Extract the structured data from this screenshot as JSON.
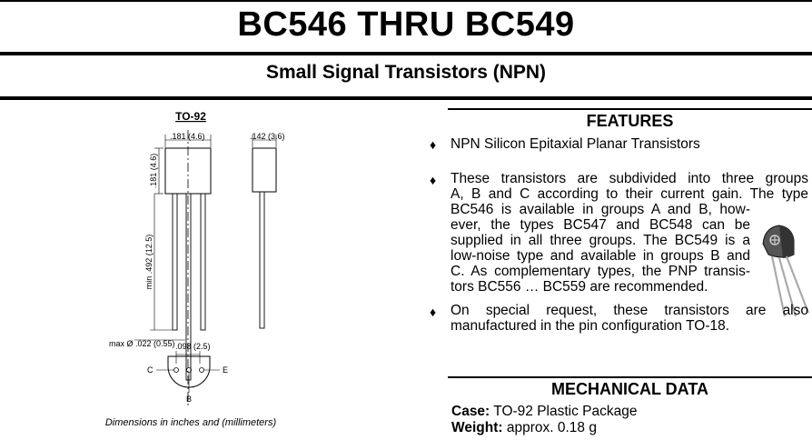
{
  "header": {
    "title": "BC546 THRU BC549",
    "subtitle": "Small Signal Transistors (NPN)"
  },
  "drawing": {
    "package_label": "TO-92",
    "dim_width": ".181 (4.6)",
    "dim_height": ".181 (4.6)",
    "dim_side": ".142 (3.6)",
    "dim_lead_length": "min .492 (12.5)",
    "dim_lead_dia": "max Ø .022 (0.55)",
    "dim_pitch": ".098 (2.5)",
    "pin_c": "C",
    "pin_b": "B",
    "pin_e": "E",
    "note": "Dimensions in inches and (millimeters)"
  },
  "features": {
    "heading": "FEATURES",
    "bullet_glyph": "♦",
    "item1": "NPN Silicon Epitaxial Planar Transistors",
    "item2_lines": [
      "These transistors are subdivided into three groups",
      "A, B and C according to their current gain. The type",
      "BC546 is available in groups A and B, how-",
      "ever, the types BC547 and BC548 can be",
      "supplied in all three groups. The BC549 is a",
      "low-noise type and available in groups B and",
      "C. As complementary types, the PNP transis-",
      "tors BC556 … BC559 are recommended."
    ],
    "item3_lines": [
      "On special request, these transistors are also",
      "manufactured in the pin configuration TO-18."
    ]
  },
  "mechanical": {
    "heading": "MECHANICAL DATA",
    "case_label": "Case:",
    "case_value": "TO-92 Plastic Package",
    "weight_label": "Weight:",
    "weight_value": "approx. 0.18 g"
  },
  "icons": {
    "transistor": "transistor-package-icon"
  }
}
